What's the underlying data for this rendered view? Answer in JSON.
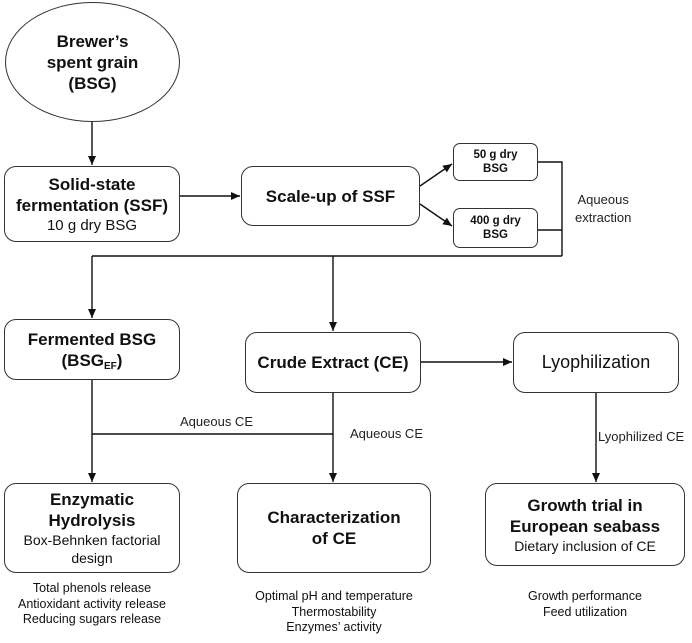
{
  "nodes": {
    "bsg": {
      "line1": "Brewer’s",
      "line2": "spent grain",
      "line3": "(BSG)"
    },
    "ssf": {
      "line1": "Solid-state",
      "line2": "fermentation (SSF)",
      "line3": "10 g dry BSG"
    },
    "scaleup": {
      "label": "Scale-up of SSF"
    },
    "g50": {
      "line1": "50 g dry",
      "line2": "BSG"
    },
    "g400": {
      "line1": "400 g dry",
      "line2": "BSG"
    },
    "fermented": {
      "line1": "Fermented BSG",
      "line2_main": "(BSG",
      "line2_sub": "EF",
      "line2_end": ")"
    },
    "ce": {
      "label": "Crude Extract (CE)"
    },
    "lyo": {
      "label": "Lyophilization"
    },
    "enzymatic": {
      "line1": "Enzymatic",
      "line2": "Hydrolysis",
      "line3": "Box-Behnken factorial",
      "line4": "design"
    },
    "characterization": {
      "line1": "Characterization",
      "line2": "of CE"
    },
    "growth": {
      "line1": "Growth trial in",
      "line2": "European seabass",
      "line3": "Dietary inclusion of CE"
    }
  },
  "edge_labels": {
    "aqueous_extraction_1": "Aqueous",
    "aqueous_extraction_2": "extraction",
    "aqueous_ce_left": "Aqueous CE",
    "aqueous_ce_mid": "Aqueous CE",
    "lyophilized_ce": "Lyophilized CE"
  },
  "notes": {
    "enzymatic": [
      "Total phenols release",
      "Antioxidant activity release",
      "Reducing sugars release"
    ],
    "characterization": [
      "Optimal pH and temperature",
      "Thermostability",
      "Enzymes’ activity"
    ],
    "growth": [
      "Growth performance",
      "Feed utilization"
    ]
  }
}
